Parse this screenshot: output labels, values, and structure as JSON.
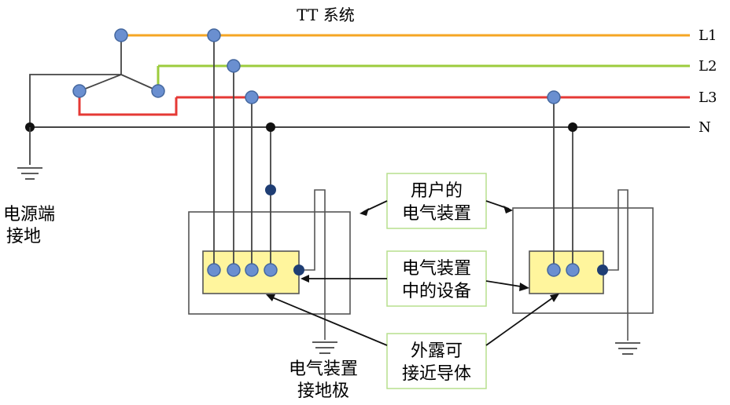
{
  "title": "TT 系统",
  "lines": {
    "L1": "L1",
    "L2": "L2",
    "L3": "L3",
    "N": "N"
  },
  "source_grounding": {
    "line1": "电源端",
    "line2": "接地"
  },
  "equipment_ground": {
    "line1": "电气装置",
    "line2": "接地极"
  },
  "callouts": {
    "user_installation": {
      "line1": "用户的",
      "line2": "电气装置"
    },
    "equipment_in_installation": {
      "line1": "电气装置",
      "line2": "中的设备"
    },
    "exposed_conductive_parts": {
      "line1": "外露可",
      "line2": "接近导体"
    }
  },
  "colors": {
    "L1": "#f5a623",
    "L2": "#9ccc3d",
    "L3": "#e53935",
    "N": "#444444",
    "terminal_fill": "#6a8fd0",
    "terminal_dark": "#1f3e74",
    "junction": "#111111",
    "equipment_fill": "#fff59d",
    "callout_border": "#b7df8d",
    "frame_stroke": "#555555"
  }
}
